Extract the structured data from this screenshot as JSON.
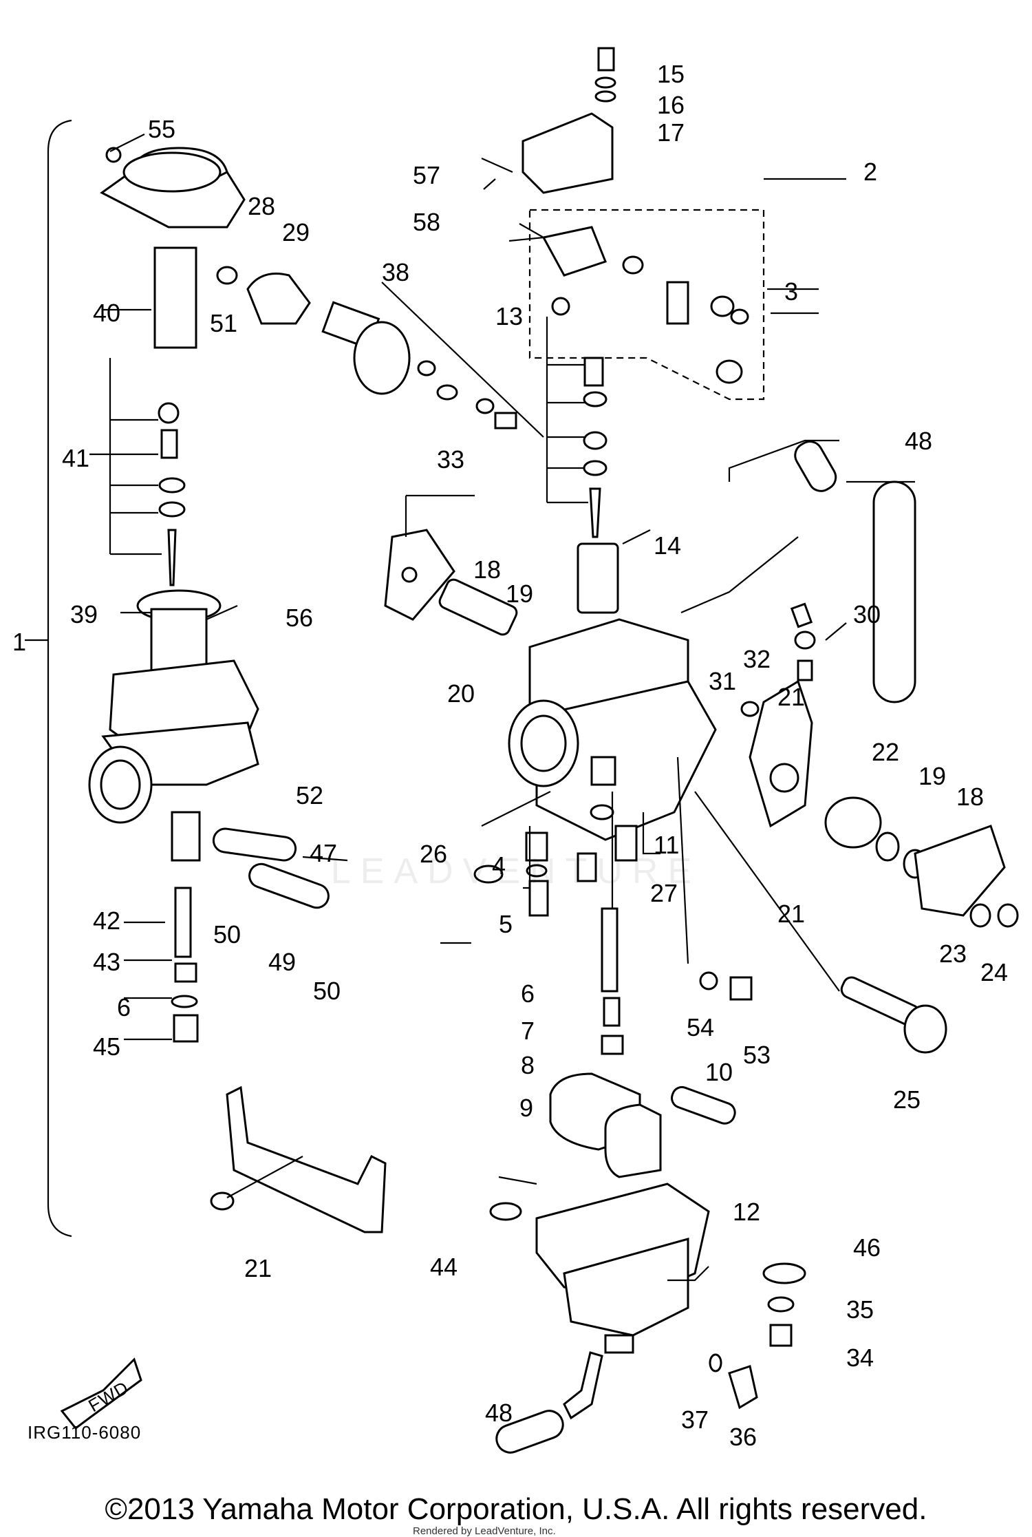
{
  "diagram": {
    "callouts": [
      "1",
      "2",
      "3",
      "4",
      "5",
      "6",
      "6",
      "7",
      "8",
      "9",
      "10",
      "11",
      "12",
      "13",
      "14",
      "15",
      "16",
      "17",
      "18",
      "18",
      "19",
      "19",
      "20",
      "21",
      "21",
      "21",
      "22",
      "23",
      "24",
      "25",
      "26",
      "27",
      "28",
      "29",
      "30",
      "31",
      "32",
      "33",
      "34",
      "35",
      "36",
      "37",
      "38",
      "39",
      "40",
      "41",
      "42",
      "43",
      "44",
      "45",
      "46",
      "47",
      "48",
      "48",
      "49",
      "50",
      "50",
      "51",
      "52",
      "53",
      "54",
      "55",
      "56",
      "57",
      "58"
    ],
    "drawing_code": "IRG110-6080",
    "direction_label": "FWD",
    "watermark": "LEADVENTURE"
  },
  "footer": {
    "copyright": "©2013 Yamaha Motor Corporation, U.S.A. All rights reserved.",
    "credit": "Rendered by LeadVenture, Inc."
  }
}
